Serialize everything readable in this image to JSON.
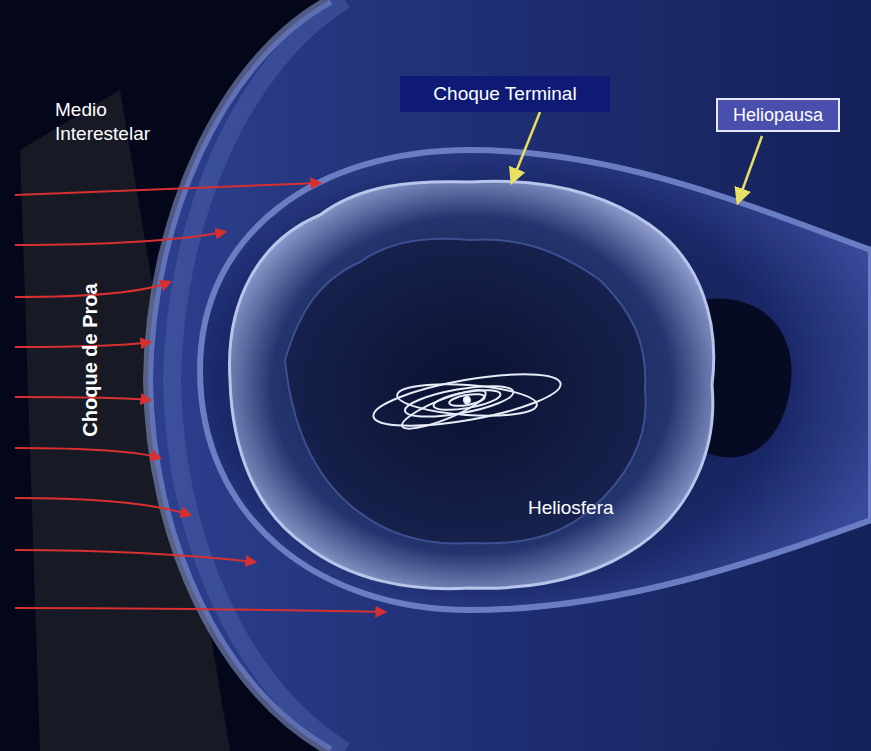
{
  "diagram": {
    "nodes": [
      {
        "text": [
          "Choque Terminal"
        ]
      },
      {
        "text": [
          "Heliopausa"
        ]
      }
    ],
    "labels": [
      "Medio Interestelar",
      "Choque de Proa",
      "Heliosfera"
    ]
  }
}
